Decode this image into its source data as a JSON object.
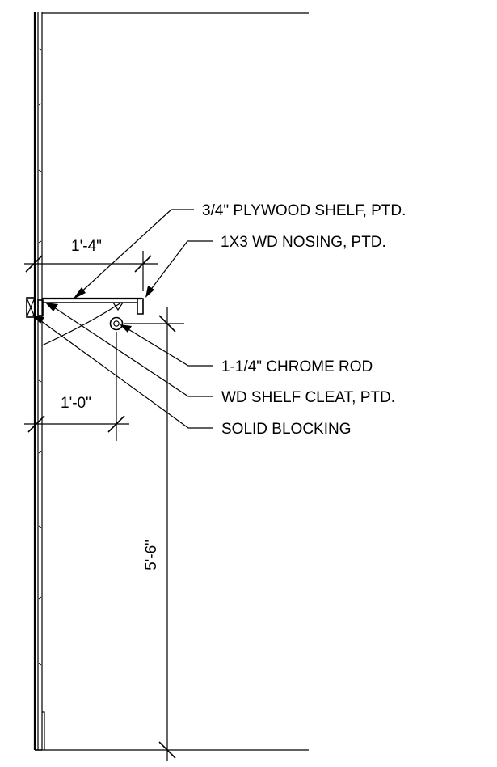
{
  "notes": {
    "shelf": "3/4\" PLYWOOD SHELF, PTD.",
    "nosing": "1X3 WD NOSING, PTD.",
    "rod": "1-1/4\" CHROME ROD",
    "cleat": "WD SHELF CLEAT, PTD.",
    "blocking": "SOLID BLOCKING"
  },
  "dimensions": {
    "shelf_depth": "1'-4\"",
    "rod_offset": "1'-0\"",
    "rod_height": "5'-6\""
  }
}
